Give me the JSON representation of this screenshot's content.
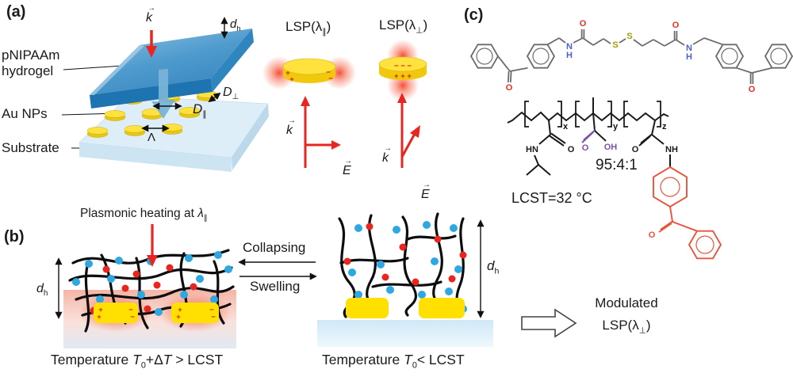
{
  "figure": {
    "colors": {
      "accent_red": "#e8251f",
      "gold": "#ffdf00",
      "gold_dark": "#e3c217",
      "dot_blue": "#2fa8e1",
      "hydrogel_blue": "#4a97cc",
      "hydrogel_dark": "#1d74b0",
      "substrate_blue": "#d9ecf8",
      "heat_pink": "#f2a795",
      "pendant_red": "#e8543c",
      "sulfur_yellow": "#a39c00",
      "nitrogen_blue": "#4a5fd0",
      "oxygen_red": "#e03020",
      "hydroxyl_purple": "#7b52ab"
    },
    "symbols": {
      "plus": "+",
      "minus": "−",
      "vec_arrow": "→",
      "d": "d",
      "h": "h",
      "k": "k",
      "E": "E",
      "D": "D",
      "par": "∥",
      "perp": "⊥",
      "Lambda": "Λ",
      "minus_row": "− − −",
      "plus_row": "+ + +"
    },
    "panel_a": {
      "tag": "(a)",
      "hydrogel_line1": "pNIPAAm",
      "hydrogel_line2": "hydrogel",
      "aunps": "Au NPs",
      "substrate": "Substrate",
      "lsp_par_pre": "LSP(λ",
      "lsp_par_sub": "∥",
      "lsp_par_post": ")",
      "lsp_perp_pre": "LSP(λ",
      "lsp_perp_sub": "⊥",
      "lsp_perp_post": ")"
    },
    "panel_b": {
      "tag": "(b)",
      "heating_pre": "Plasmonic heating at ",
      "heating_lambda": "λ",
      "heating_sub": "∥",
      "collapsing": "Collapsing",
      "swelling": "Swelling",
      "cap_left_pre": "Temperature ",
      "cap_T": "T",
      "cap_T_sub": "0",
      "cap_left_mid": "+Δ",
      "cap_left_post": " > LCST",
      "cap_right_pre": "Temperature ",
      "cap_right_post": "< LCST"
    },
    "panel_c": {
      "tag": "(c)",
      "ratio": "95:4:1",
      "lcst": "LCST=32 °C",
      "modulated": "Modulated",
      "lsp_pre": "LSP(λ",
      "lsp_sub": "⊥",
      "lsp_post": ")",
      "atoms": {
        "O": "O",
        "N": "N",
        "H": "H",
        "S": "S",
        "HN": "HN",
        "NH": "NH",
        "OH": "OH"
      },
      "units": {
        "x": "x",
        "y": "y",
        "z": "z"
      }
    }
  }
}
